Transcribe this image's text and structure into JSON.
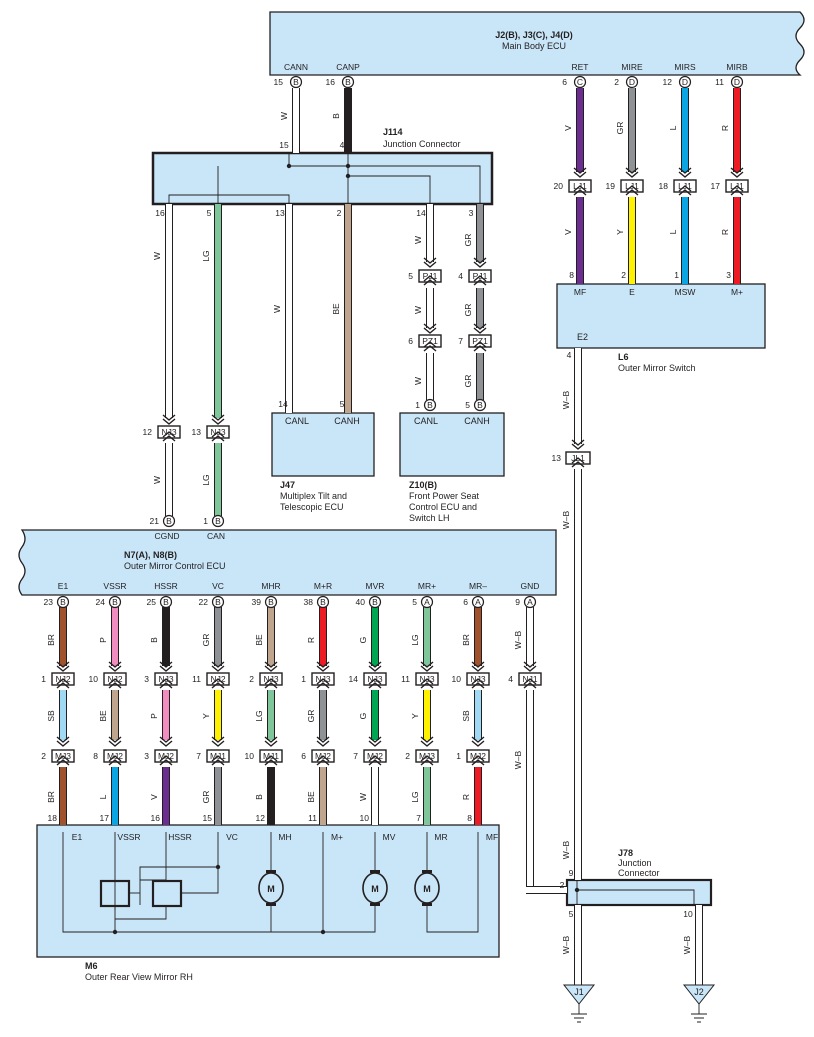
{
  "components": {
    "main_body_ecu": {
      "code": "J2(B), J3(C), J4(D)",
      "name": "Main Body ECU"
    },
    "j114": {
      "code": "J114",
      "name": "Junction Connector"
    },
    "l6": {
      "code": "L6",
      "name": "Outer Mirror Switch",
      "pin": "E2"
    },
    "j47": {
      "code": "J47",
      "name_lines": [
        "Multiplex Tilt and",
        "Telescopic ECU"
      ],
      "pins": [
        "CANL",
        "CANH"
      ]
    },
    "z10": {
      "code": "Z10(B)",
      "name_lines": [
        "Front Power Seat",
        "Control ECU and",
        "Switch LH"
      ],
      "pins": [
        "CANL",
        "CANH"
      ]
    },
    "n7": {
      "code": "N7(A), N8(B)",
      "name": "Outer Mirror Control ECU"
    },
    "m6": {
      "code": "M6",
      "name": "Outer Rear View Mirror RH"
    },
    "j78": {
      "code": "J78",
      "name_lines": [
        "Junction",
        "Connector"
      ]
    },
    "grounds": [
      "J1",
      "J2"
    ]
  },
  "colors": {
    "W": "#ffffff",
    "B": "#231f20",
    "V": "#6b2d8f",
    "GR": "#8f9294",
    "L": "#0aa5e2",
    "R": "#ed1c24",
    "Y": "#fff200",
    "LG": "#7fc79a",
    "BE": "#bfa58e",
    "BR": "#a0522d",
    "P": "#f28dbf",
    "G": "#00a651",
    "SB": "#9fd9f3",
    "WB": "#ffffff"
  },
  "top_wires": [
    {
      "pin": "15",
      "conn": "B",
      "signal": "CANN",
      "color": "W"
    },
    {
      "pin": "16",
      "conn": "B",
      "signal": "CANP",
      "color": "B"
    },
    {
      "pin": "6",
      "conn": "C",
      "signal": "RET",
      "color": "V"
    },
    {
      "pin": "2",
      "conn": "D",
      "signal": "MIRE",
      "color": "GR"
    },
    {
      "pin": "12",
      "conn": "D",
      "signal": "MIRS",
      "color": "L"
    },
    {
      "pin": "11",
      "conn": "D",
      "signal": "MIRB",
      "color": "R"
    }
  ],
  "lj1": [
    {
      "pin": "20",
      "conn": "LJ1",
      "color_below": "V",
      "end_pin": "8",
      "signal": "MF"
    },
    {
      "pin": "19",
      "conn": "LJ1",
      "color_below": "Y",
      "end_pin": "2",
      "signal": "E"
    },
    {
      "pin": "18",
      "conn": "LJ1",
      "color_below": "L",
      "end_pin": "1",
      "signal": "MSW"
    },
    {
      "pin": "17",
      "conn": "LJ1",
      "color_below": "R",
      "end_pin": "3",
      "signal": "M+"
    }
  ],
  "j114_top_pins": [
    "15",
    "4"
  ],
  "j114_bottom": [
    {
      "pin": "16",
      "color": "W"
    },
    {
      "pin": "5",
      "color": "LG"
    },
    {
      "pin": "13",
      "color": "W"
    },
    {
      "pin": "2",
      "color": "BE"
    },
    {
      "pin": "14",
      "color": "W"
    },
    {
      "pin": "3",
      "color": "GR"
    }
  ],
  "pj1": [
    {
      "pin": "5",
      "conn": "PJ1",
      "color": "W"
    },
    {
      "pin": "4",
      "conn": "PJ1",
      "color": "GR"
    }
  ],
  "pz1": [
    {
      "pin": "6",
      "conn": "PZ1",
      "color": "W"
    },
    {
      "pin": "7",
      "conn": "PZ1",
      "color": "GR"
    }
  ],
  "j47_pins": [
    {
      "pin": "14"
    },
    {
      "pin": "5"
    }
  ],
  "z10_pins": [
    {
      "pin": "1",
      "conn": "B"
    },
    {
      "pin": "5",
      "conn": "B"
    }
  ],
  "nj3_top": [
    {
      "pin": "12",
      "conn": "NJ3",
      "color": "W"
    },
    {
      "pin": "13",
      "conn": "NJ3",
      "color": "LG"
    }
  ],
  "n7_top": [
    {
      "pin": "21",
      "conn": "B",
      "signal": "CGND"
    },
    {
      "pin": "1",
      "conn": "B",
      "signal": "CAN"
    }
  ],
  "l6_out": {
    "pin": "4",
    "color": "W–B"
  },
  "jl1": {
    "pin": "13",
    "conn": "JL1",
    "color": "W–B"
  },
  "j78_pins": {
    "in_top": "9",
    "in_left": "2",
    "out1": "5",
    "out2": "10",
    "color": "W–B"
  },
  "mirror_wires": [
    {
      "signal": "E1",
      "pin": "23",
      "conn": "B",
      "c1": "BR",
      "j1p": "1",
      "j1": "NJ2",
      "c2": "SB",
      "j2p": "2",
      "j2": "MJ3",
      "c3": "BR",
      "mp": "18",
      "ms": "E1"
    },
    {
      "signal": "VSSR",
      "pin": "24",
      "conn": "B",
      "c1": "P",
      "j1p": "10",
      "j1": "NJ2",
      "c2": "BE",
      "j2p": "8",
      "j2": "MJ2",
      "c3": "L",
      "mp": "17",
      "ms": "VSSR"
    },
    {
      "signal": "HSSR",
      "pin": "25",
      "conn": "B",
      "c1": "B",
      "j1p": "3",
      "j1": "NJ3",
      "c2": "P",
      "j2p": "3",
      "j2": "MJ2",
      "c3": "V",
      "mp": "16",
      "ms": "HSSR"
    },
    {
      "signal": "VC",
      "pin": "22",
      "conn": "B",
      "c1": "GR",
      "j1p": "11",
      "j1": "NJ2",
      "c2": "Y",
      "j2p": "7",
      "j2": "MJ1",
      "c3": "GR",
      "mp": "15",
      "ms": "VC"
    },
    {
      "signal": "MHR",
      "pin": "39",
      "conn": "B",
      "c1": "BE",
      "j1p": "2",
      "j1": "NJ3",
      "c2": "LG",
      "j2p": "10",
      "j2": "MJ1",
      "c3": "B",
      "mp": "12",
      "ms": "MH"
    },
    {
      "signal": "M+R",
      "pin": "38",
      "conn": "B",
      "c1": "R",
      "j1p": "1",
      "j1": "NJ3",
      "c2": "GR",
      "j2p": "6",
      "j2": "MJ2",
      "c3": "BE",
      "mp": "11",
      "ms": "M+"
    },
    {
      "signal": "MVR",
      "pin": "40",
      "conn": "B",
      "c1": "G",
      "j1p": "14",
      "j1": "NJ3",
      "c2": "G",
      "j2p": "7",
      "j2": "MJ2",
      "c3": "W",
      "mp": "10",
      "ms": "MV"
    },
    {
      "signal": "MR+",
      "pin": "5",
      "conn": "A",
      "c1": "LG",
      "j1p": "11",
      "j1": "NJ3",
      "c2": "Y",
      "j2p": "2",
      "j2": "MJ3",
      "c3": "LG",
      "mp": "7",
      "ms": "MR"
    },
    {
      "signal": "MR–",
      "pin": "6",
      "conn": "A",
      "c1": "BR",
      "j1p": "10",
      "j1": "NJ3",
      "c2": "SB",
      "j2p": "1",
      "j2": "MJ2",
      "c3": "R",
      "mp": "8",
      "ms": "MF"
    }
  ],
  "gnd_wire": {
    "signal": "GND",
    "pin": "9",
    "conn": "A",
    "c1": "W–B",
    "j1p": "4",
    "j1": "NJ1",
    "c2": "W–B"
  },
  "motor_symbol": "M"
}
